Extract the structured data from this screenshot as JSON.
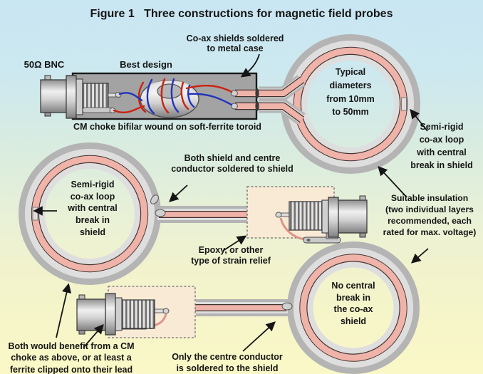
{
  "figure": {
    "title": "Figure 1   Three constructions for magnetic field probes"
  },
  "labels": {
    "coax_shields": "Co-ax shields soldered\nto metal case",
    "bnc": "50Ω BNC",
    "best_design": "Best design",
    "cm_choke": "CM choke bifilar wound on soft-ferrite toroid",
    "typical_diameters": "Typical\ndiameters\nfrom 10mm\nto 50mm",
    "semi_rigid_right": "Semi-rigid\nco-ax loop\nwith central\nbreak in shield",
    "semi_rigid_left": "Semi-rigid\nco-ax loop\nwith central\nbreak in\nshield",
    "both_shield": "Both shield and centre\nconductor soldered to shield",
    "epoxy": "Epoxy, or other\ntype of strain relief",
    "suitable_insulation": "Suitable insulation\n(two individual layers\nrecommended, each\nrated for max. voltage)",
    "no_central_break": "No central\nbreak in\nthe co-ax\nshield",
    "both_benefit": "Both would benefit from a CM\nchoke as above, or at least a\nferrite clipped onto their lead",
    "only_centre": "Only the centre conductor\nis soldered to the shield"
  },
  "colors": {
    "background_top": "#c9e6f3",
    "background_middle": "#e0efdc",
    "background_bottom": "#faf8c6",
    "coax_core_pink": "#efb3a9",
    "coax_inner_sheath": "#dedede",
    "coax_outer_shield": "#b4b4b4",
    "metal_case": "#a3a3a3",
    "wire_red": "#cc2211",
    "wire_blue": "#2233bb",
    "strain_relief_fill": "#f9ead6",
    "text": "#151515"
  }
}
